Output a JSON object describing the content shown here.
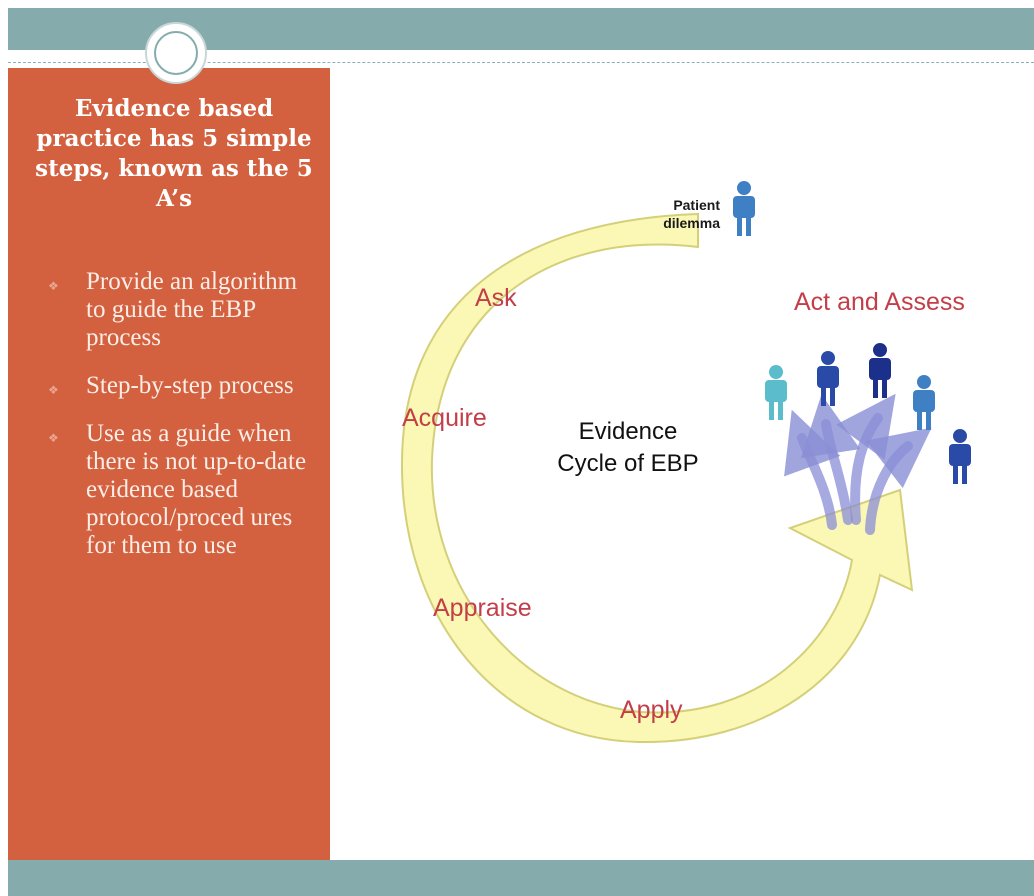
{
  "panel": {
    "heading": "Evidence based practice has 5 simple steps, known as the 5 A’s",
    "bullets": [
      "Provide an algorithm to guide the EBP process",
      "Step-by-step process",
      "Use as a guide when there is not up-to-date evidence based protocol/proced ures for them to use"
    ]
  },
  "diagram": {
    "center_label_line1": "Evidence",
    "center_label_line2": "Cycle of EBP",
    "patient_label_line1": "Patient",
    "patient_label_line2": "dilemma",
    "steps": [
      "Ask",
      "Acquire",
      "Appraise",
      "Apply",
      "Act and Assess"
    ]
  },
  "colors": {
    "top_band": "#86abad",
    "left_panel": "#d3613f",
    "step_label": "#c33e48",
    "cycle_arrow": "#fbf7b4",
    "cycle_outline": "#d4d07a",
    "person_light": "#5bbccc",
    "person_mid": "#3f7fc4",
    "person_dark": "#1c2f8a",
    "small_arrows": "#8a8ed6"
  },
  "icons": [
    "person-icon",
    "bullet-diamond-icon",
    "circle-ornament-icon"
  ]
}
